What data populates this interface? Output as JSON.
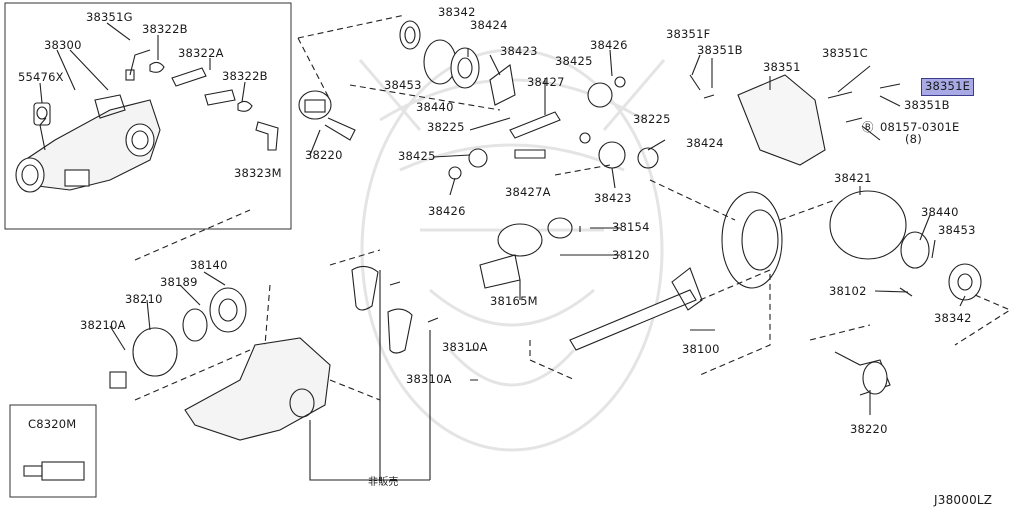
{
  "diagram_code": "J38000LZ",
  "not_sold_note": "非販売",
  "inset_tool_label": "C8320M",
  "labels": {
    "p38351G": "38351G",
    "p38322B_a": "38322B",
    "p38300": "38300",
    "p38322A": "38322A",
    "p55476X": "55476X",
    "p38322B_b": "38322B",
    "p38323M": "38323M",
    "p38342_top": "38342",
    "p38424_top": "38424",
    "p38423_top": "38423",
    "p38453_top": "38453",
    "p38440_top": "38440",
    "p38427": "38427",
    "p38225_a": "38225",
    "p38220_left": "38220",
    "p38425_top": "38425",
    "p38426_top": "38426",
    "p38225_b": "38225",
    "p38424_mid": "38424",
    "p38425_left": "38425",
    "p38427A": "38427A",
    "p38426_left": "38426",
    "p38423_mid": "38423",
    "p38351F": "38351F",
    "p38351B_a": "38351B",
    "p38351": "38351",
    "p38351C": "38351C",
    "p38351E": "38351E",
    "p38351B_b": "38351B",
    "p08157": "08157-0301E",
    "p08157_qty": "(8)",
    "p38421": "38421",
    "p38440_right": "38440",
    "p38453_right": "38453",
    "p38102": "38102",
    "p38342_right": "38342",
    "p38220_right": "38220",
    "p38154": "38154",
    "p38120": "38120",
    "p38165M": "38165M",
    "p38100": "38100",
    "p38140": "38140",
    "p38189": "38189",
    "p38210": "38210",
    "p38210A": "38210A",
    "p38310A_a": "38310A",
    "p38310A_b": "38310A"
  },
  "highlighted_part": "38351E"
}
